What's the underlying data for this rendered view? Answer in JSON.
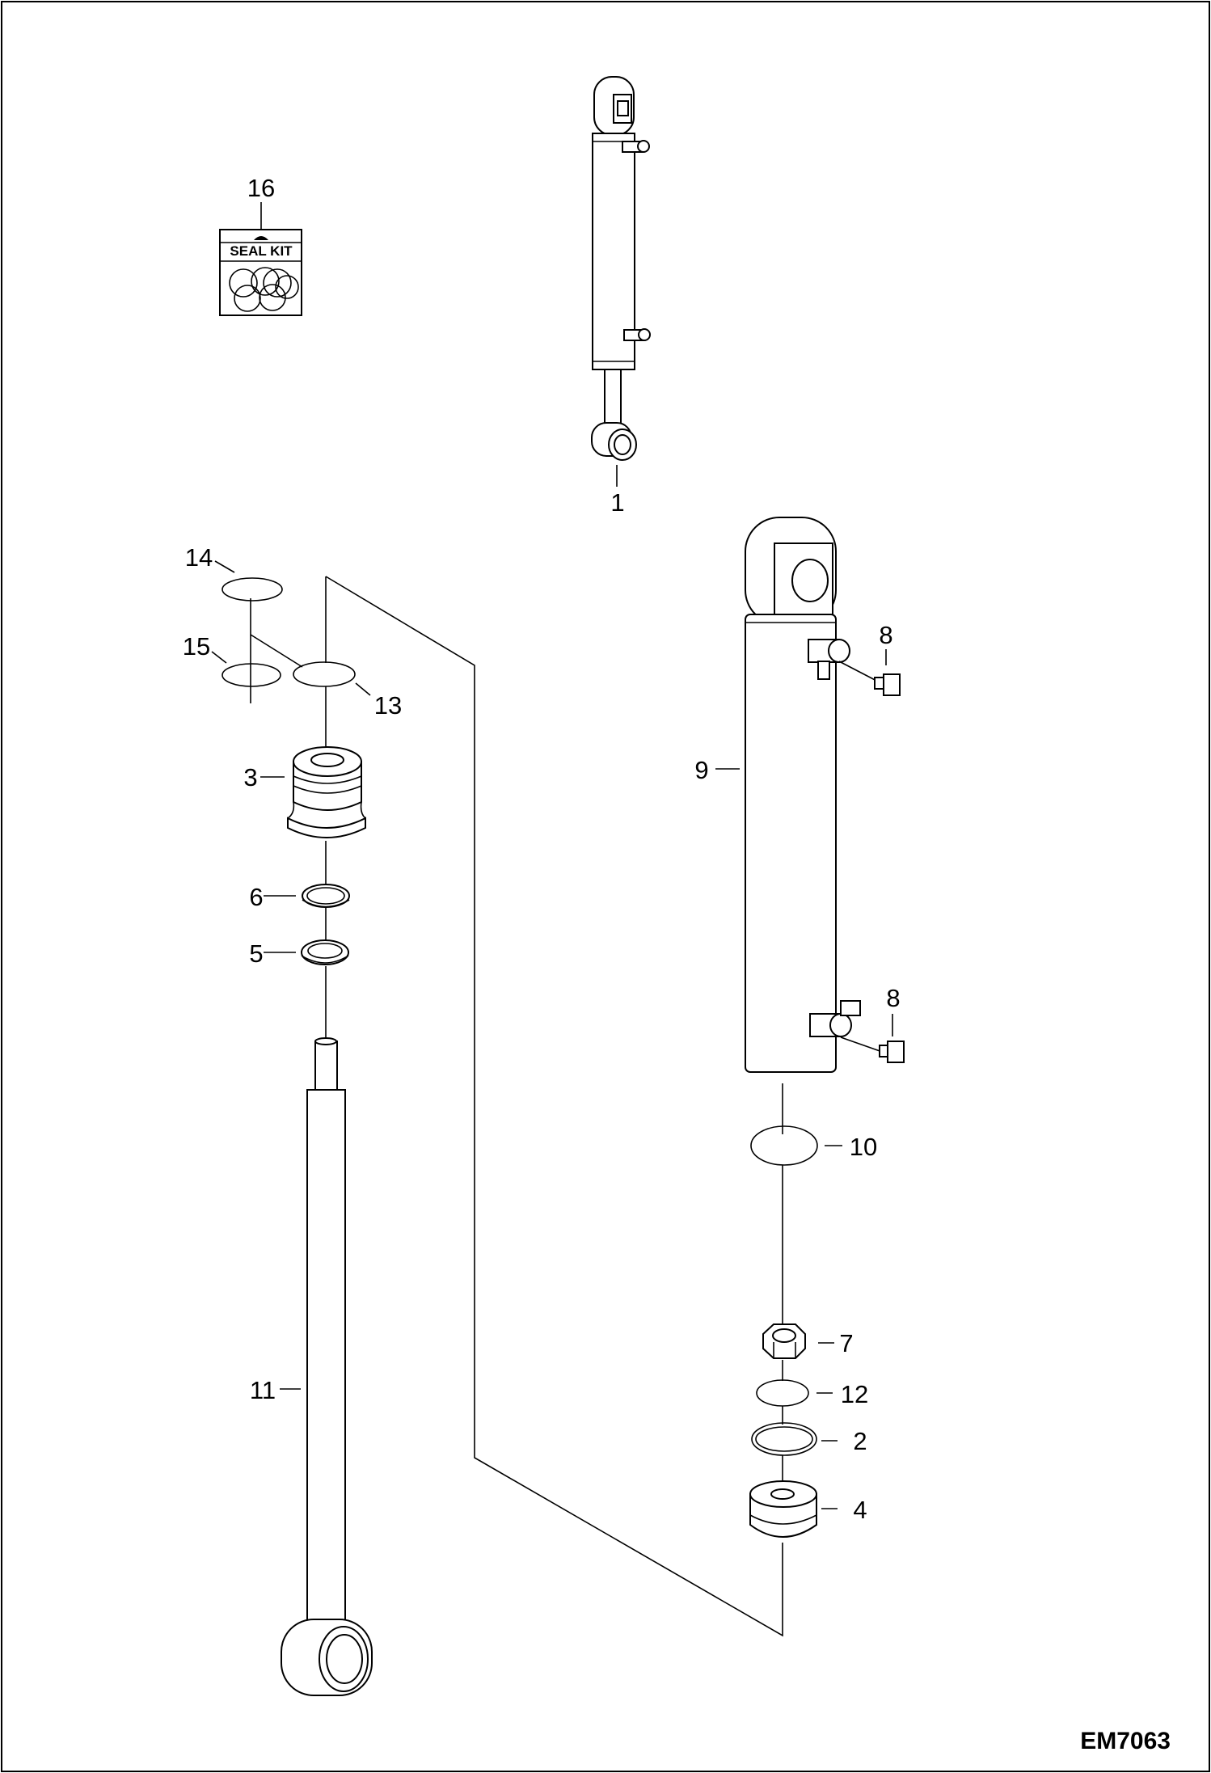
{
  "title": "",
  "figure_code": "EM7063",
  "seal_kit_label": "SEAL KIT",
  "callouts": [
    {
      "id": "p1",
      "label": "1"
    },
    {
      "id": "p2",
      "label": "2"
    },
    {
      "id": "p3",
      "label": "3"
    },
    {
      "id": "p4",
      "label": "4"
    },
    {
      "id": "p5",
      "label": "5"
    },
    {
      "id": "p6",
      "label": "6"
    },
    {
      "id": "p7",
      "label": "7"
    },
    {
      "id": "p8a",
      "label": "8"
    },
    {
      "id": "p8b",
      "label": "8"
    },
    {
      "id": "p9",
      "label": "9"
    },
    {
      "id": "p10",
      "label": "10"
    },
    {
      "id": "p11",
      "label": "11"
    },
    {
      "id": "p12",
      "label": "12"
    },
    {
      "id": "p13",
      "label": "13"
    },
    {
      "id": "p14",
      "label": "14"
    },
    {
      "id": "p15",
      "label": "15"
    },
    {
      "id": "p16",
      "label": "16"
    }
  ]
}
